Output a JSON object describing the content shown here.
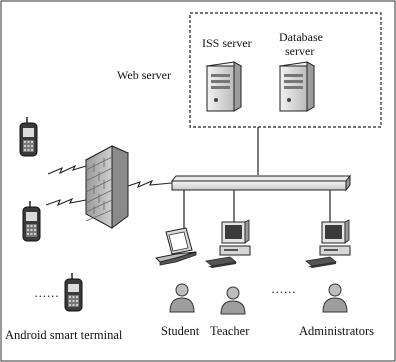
{
  "labels": {
    "iss_server": "ISS server",
    "database_server_line1": "Database",
    "database_server_line2": "server",
    "web_server": "Web server",
    "android_terminal": "Android smart terminal",
    "student": "Student",
    "teacher": "Teacher",
    "administrators": "Administrators",
    "ellipsis_left": "……",
    "ellipsis_right": "……"
  },
  "colors": {
    "stroke": "#222222",
    "device_fill": "#dcdcdc",
    "dark_fill": "#555555",
    "firewall_fill": "#b8b8b8",
    "brick_line": "#7a7a7a"
  }
}
